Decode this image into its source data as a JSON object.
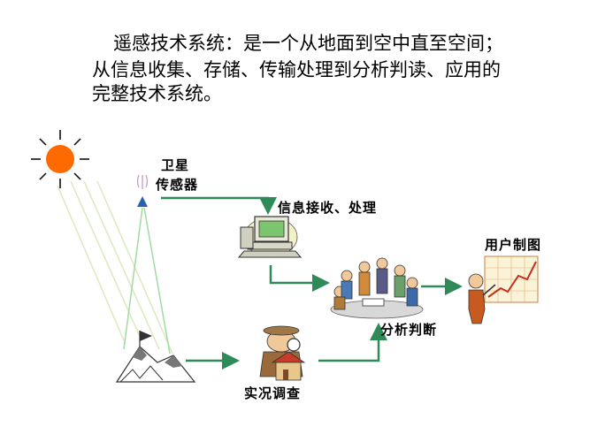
{
  "title": {
    "term": "遥感技术系统：",
    "definition_part1": "是一个从地面到空中直至空间；",
    "definition_part2": "从信息收集、存储、传输处理到分析判读、应用的",
    "definition_part3": "完整技术系统。"
  },
  "nodes": {
    "satellite": "卫星",
    "sensor": "传感器",
    "receive_process": "信息接收、处理",
    "analysis": "分析判断",
    "user_mapping": "用户制图",
    "field_survey": "实况调查"
  },
  "colors": {
    "arrow": "#2e8b57",
    "sun": "#ff6a00",
    "sensor_marker": "#2b5fb4",
    "signal": "#c8a2c8",
    "beam": "#b8e3b8"
  },
  "icons": [
    "sun-icon",
    "satellite-sensor-icon",
    "computer-icon",
    "team-meeting-icon",
    "presenter-chart-icon",
    "surveyor-icon",
    "mountain-icon"
  ]
}
